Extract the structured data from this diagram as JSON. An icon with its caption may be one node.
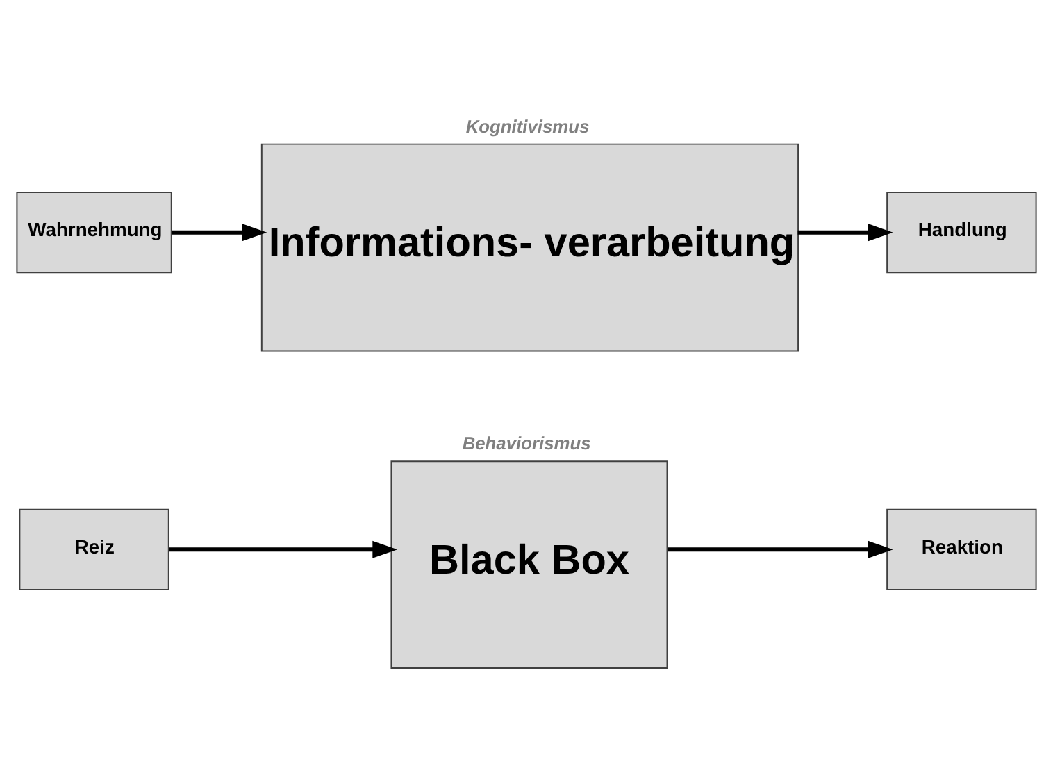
{
  "diagram": {
    "nodes": [
      {
        "text": [
          "Reiz"
        ]
      },
      {
        "text": [
          "Behaviorismus",
          "Black Box"
        ]
      },
      {
        "text": [
          "Reaktion"
        ]
      },
      {
        "text": [
          "Wahrnehmung"
        ]
      },
      {
        "text": [
          "Kognitivismus",
          "Informations- verarbeitung"
        ]
      },
      {
        "text": [
          "Handlung"
        ]
      }
    ],
    "edges": [
      {
        "from": 0,
        "to": 1,
        "arrow": "to"
      },
      {
        "from": 1,
        "to": 2,
        "arrow": "to"
      },
      {
        "from": 3,
        "to": 4,
        "arrow": "to"
      },
      {
        "from": 4,
        "to": 5,
        "arrow": "to"
      }
    ]
  }
}
